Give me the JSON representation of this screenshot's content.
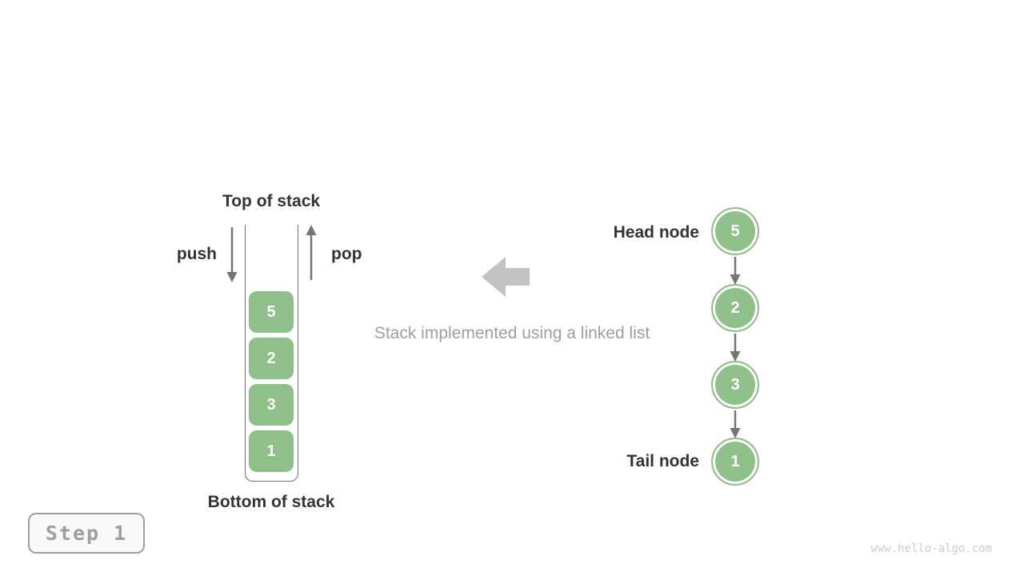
{
  "colors": {
    "node_green": "#8fc08a",
    "arrow_gray": "#757575",
    "block_arrow_gray": "#c2c2c2",
    "label_dark": "#333333",
    "caption_gray": "#9e9e9e",
    "step_gray": "#9e9e9e",
    "watermark_gray": "#cccccc"
  },
  "stack": {
    "top_label": "Top of stack",
    "bottom_label": "Bottom of stack",
    "push_label": "push",
    "pop_label": "pop",
    "values": [
      "5",
      "2",
      "3",
      "1"
    ]
  },
  "caption": "Stack implemented using a linked list",
  "linked_list": {
    "head_label": "Head node",
    "tail_label": "Tail node",
    "values": [
      "5",
      "2",
      "3",
      "1"
    ]
  },
  "step_badge": {
    "label": "Step 1"
  },
  "watermark": "www.hello-algo.com"
}
